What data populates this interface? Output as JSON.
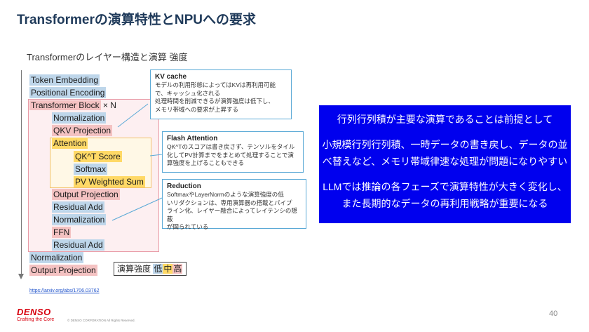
{
  "slide": {
    "title": "Transformerの演算特性とNPUへの要求",
    "subtitle": "Transformerのレイヤー構造と演算 強度",
    "page_number": "40"
  },
  "layers": [
    {
      "label": "Token Embedding",
      "intensity": "low"
    },
    {
      "label": "Positional Encoding",
      "intensity": "low"
    },
    {
      "label": "Transformer Block",
      "intensity": "high",
      "suffix": " × N"
    },
    {
      "label": "Normalization",
      "intensity": "low"
    },
    {
      "label": "QKV Projection",
      "intensity": "high"
    },
    {
      "label": "Attention",
      "intensity": "mid"
    },
    {
      "label": "QK^T Score",
      "intensity": "mid"
    },
    {
      "label": "Softmax",
      "intensity": "low"
    },
    {
      "label": "PV Weighted Sum",
      "intensity": "mid"
    },
    {
      "label": "Output Projection",
      "intensity": "high"
    },
    {
      "label": "Residual Add",
      "intensity": "low"
    },
    {
      "label": "Normalization",
      "intensity": "low"
    },
    {
      "label": "FFN",
      "intensity": "high"
    },
    {
      "label": "Residual Add",
      "intensity": "low"
    },
    {
      "label": "Normalization",
      "intensity": "low"
    },
    {
      "label": "Output Projection",
      "intensity": "high"
    }
  ],
  "legend": {
    "label": "演算強度",
    "low": "低",
    "mid": "中",
    "high": "高"
  },
  "callouts": {
    "kv_cache": {
      "heading": "KV cache",
      "lines": [
        "モデルの利用形態によってはKVは再利用可能",
        "で、キャッシュ化される",
        "処理時間を削減できるが演算強度は低下し、",
        "メモリ帯域への要求が上昇する"
      ]
    },
    "flash_attention": {
      "heading": "Flash Attention",
      "lines": [
        "QK^Tのスコアは書き戻さず、テンソルをタイル",
        "化してPV計算までをまとめて処理することで演",
        "算強度を上げることもできる"
      ]
    },
    "reduction": {
      "heading": "Reduction",
      "lines": [
        "SoftmaxやLayerNormのような演算強度の低",
        "いリダクションは、専用演算器の搭載とパイプ",
        "ライン化、レイヤー融合によってレイテンシの隠蔽",
        "が図られている"
      ]
    }
  },
  "summary": {
    "line1": "行列行列積が主要な演算であることは前提として",
    "line2": "小規模行列行列積、一時データの書き戻し、データの並",
    "line3": "べ替えなど、メモリ帯域律速な処理が問題になりやすい",
    "line4": "LLMでは推論の各フェーズで演算特性が大きく変化し、",
    "line5": "また長期的なデータの再利用戦略が重要になる"
  },
  "footer": {
    "link": "https://arxiv.org/abs/1706.03762",
    "logo": "DENSO",
    "tagline": "Crafting the Core",
    "copyright": "© DENSO CORPORATION All Rights Reserved."
  },
  "colors": {
    "low": "#bed6ea",
    "mid": "#ffd966",
    "high": "#f4c2c2",
    "summary_bg": "#0000ee",
    "callout_border": "#5aa9d6",
    "brand": "#d7000f"
  }
}
